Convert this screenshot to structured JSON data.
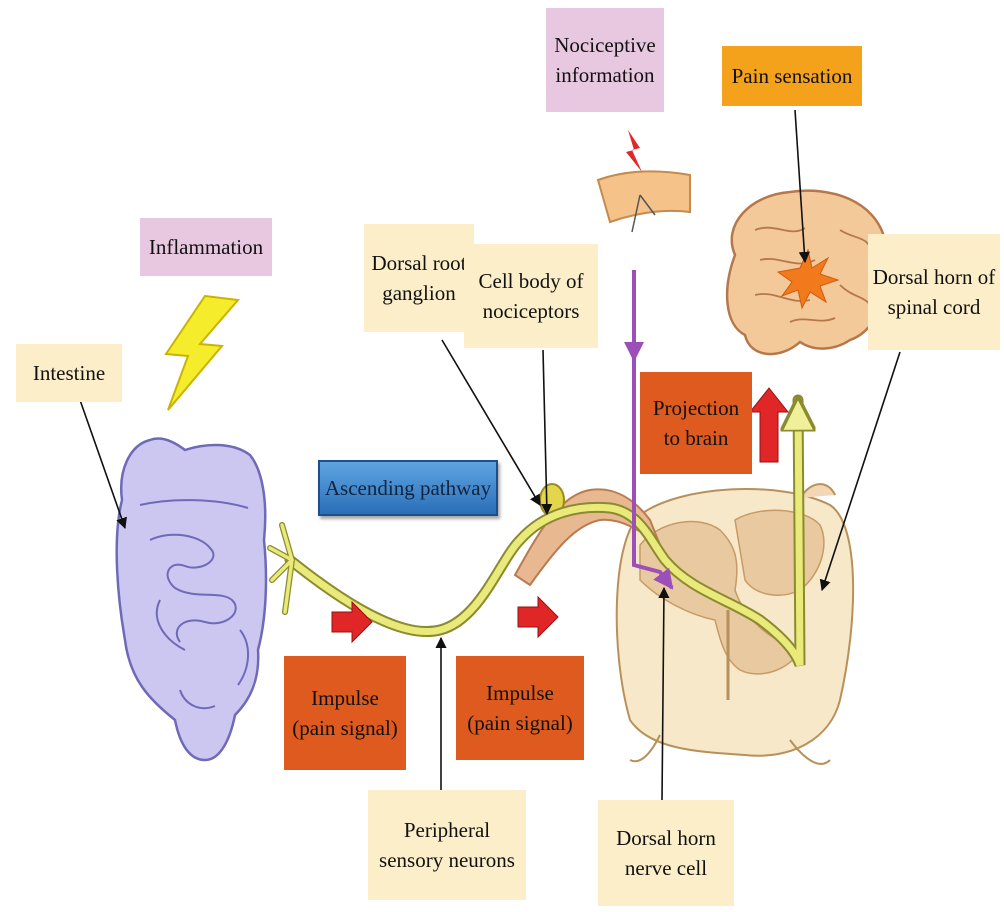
{
  "labels": {
    "inflammation": "Inflammation",
    "intestine": "Intestine",
    "ascending_pathway": "Ascending pathway",
    "dorsal_root_ganglion": "Dorsal root\nganglion",
    "cell_body_nociceptors": "Cell body of\nnociceptors",
    "nociceptive_information": "Nociceptive\ninformation",
    "pain_sensation": "Pain sensation",
    "dorsal_horn_spinal_cord": "Dorsal horn of\nspinal cord",
    "projection_to_brain": "Projection\nto brain",
    "impulse_left": "Impulse\n(pain signal)",
    "impulse_right": "Impulse\n(pain signal)",
    "peripheral_sensory_neurons": "Peripheral\nsensory neurons",
    "dorsal_horn_nerve_cell": "Dorsal horn\nnerve cell"
  },
  "colors": {
    "beige_box": "#fbeec8",
    "pink_box": "#e8c8e0",
    "orange_box": "#f4a21c",
    "red_box": "#de5a1e",
    "blue_box": "#3a86cf",
    "neuron": "#dede6a",
    "intestine": "#c9c6ee",
    "spinal_cord": "#f3e3c2",
    "purple_pathway": "#9c4fb8"
  }
}
